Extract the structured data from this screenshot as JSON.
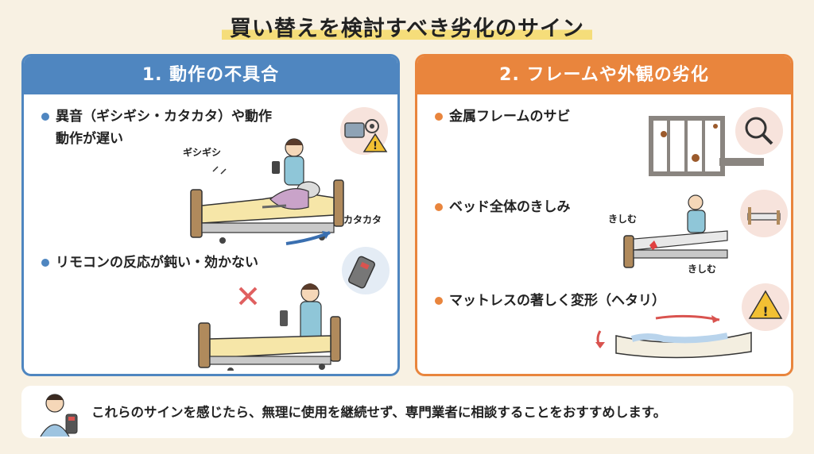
{
  "title": "買い替えを検討すべき劣化のサイン",
  "colors": {
    "blue": "#4f86c0",
    "orange": "#e9853d",
    "background": "#f8f1e3",
    "highlight": "#f5dd7a"
  },
  "panels": [
    {
      "heading": "1. 動作の不具合",
      "items": [
        {
          "line1": "異音（ギシギシ・カタカタ）や動作",
          "line2": "動作が遅い",
          "sfx": [
            "ギシギシ",
            "カタカタ"
          ],
          "icons": [
            "motor-gear-icon",
            "warning-icon"
          ]
        },
        {
          "line1": "リモコンの反応が鈍い・効かない",
          "icons": [
            "remote-control-icon",
            "x-mark-icon"
          ]
        }
      ]
    },
    {
      "heading": "2. フレームや外観の劣化",
      "items": [
        {
          "line1": "金属フレームのサビ",
          "icons": [
            "magnifier-icon"
          ]
        },
        {
          "line1": "ベッド全体のきしみ",
          "sfx": [
            "きしむ",
            "きしむ"
          ],
          "icons": [
            "bed-icon"
          ]
        },
        {
          "line1": "マットレスの著しく変形（ヘタリ）",
          "icons": [
            "warning-icon"
          ]
        }
      ]
    }
  ],
  "footer": {
    "text": "これらのサインを感じたら、無理に使用を継続せず、専門業者に相談することをおすすめします。"
  }
}
